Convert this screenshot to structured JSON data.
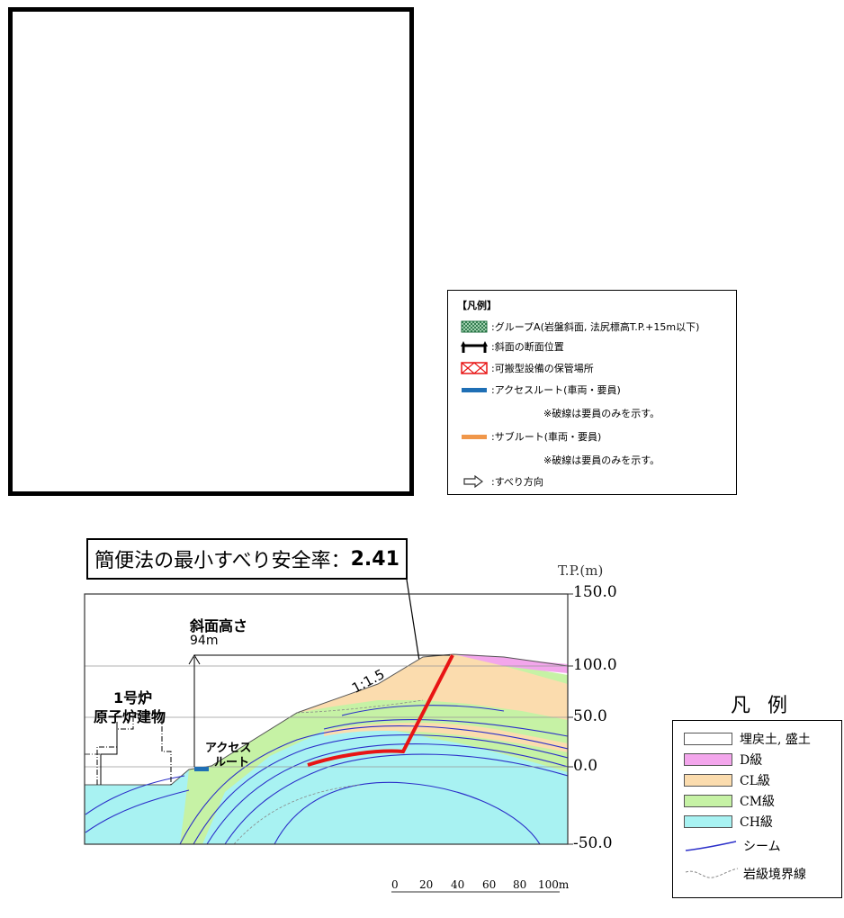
{
  "top_legend": {
    "title": "【凡例】",
    "items": [
      {
        "icon": "crosshatch-icon",
        "label": ":グループA(岩盤斜面, 法尻標高T.P.+15m以下)"
      },
      {
        "icon": "section-arrow-icon",
        "label": ":斜面の断面位置"
      },
      {
        "icon": "storage-area-icon",
        "label": ":可搬型設備の保管場所"
      },
      {
        "icon": "access-route-icon",
        "label": ":アクセスルート(車両・要員)",
        "color": "#1f6fb5"
      },
      {
        "icon": "sub-route-icon",
        "label": ":サブルート(車両・要員)",
        "color": "#f0974a"
      },
      {
        "icon": "slide-direction-icon",
        "label": ":すべり方向"
      }
    ],
    "note1": "※破線は要員のみを示す。",
    "note2": "※破線は要員のみを示す。"
  },
  "callout": {
    "prefix": "簡便法の最小すべり安全率：",
    "value": "2.41"
  },
  "axis": {
    "unit_label": "T.P.(m)",
    "ticks": [
      "150.0",
      "100.0",
      "50.0",
      "0.0",
      "-50.0"
    ]
  },
  "labels": {
    "slope_height_title": "斜面高さ",
    "slope_height_value": "94m",
    "reactor_line1": "1号炉",
    "reactor_line2": "原子炉建物",
    "access_line1": "アクセス",
    "access_line2": "ルート",
    "slope_ratio": "1:1.5"
  },
  "right_legend": {
    "title": "凡 例",
    "items": [
      {
        "label": "埋戻土, 盛土",
        "color": "#ffffff"
      },
      {
        "label": "D級",
        "color": "#f3a6ec"
      },
      {
        "label": "CL級",
        "color": "#fbdcae"
      },
      {
        "label": "CM級",
        "color": "#c6f2a5"
      },
      {
        "label": "CH級",
        "color": "#a8f2f2"
      },
      {
        "label": "シーム",
        "color": "#2b2fc9"
      },
      {
        "label": "岩級境界線",
        "color": "#888888"
      }
    ]
  },
  "scale": {
    "ticks": [
      "0",
      "20",
      "40",
      "60",
      "80",
      "100m"
    ]
  },
  "colors": {
    "slip_surface": "#e81414",
    "seam": "#2b2fc9",
    "ch": "#a8f2f2",
    "cm": "#c6f2a5",
    "cl": "#fbdcae",
    "d": "#f3a6ec"
  }
}
